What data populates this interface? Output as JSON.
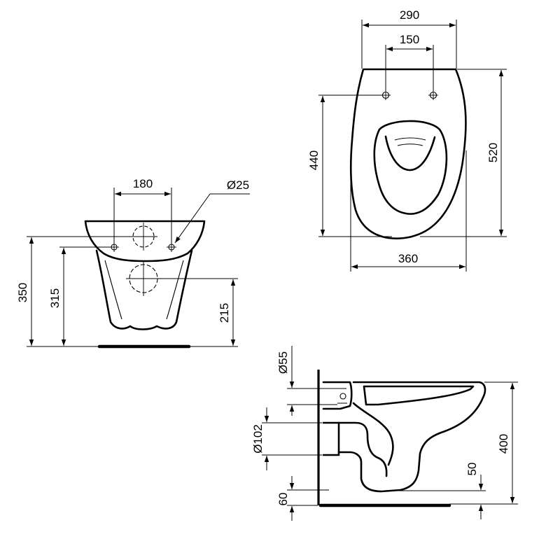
{
  "dimensions": {
    "top_width_outer": "290",
    "top_width_inner": "150",
    "top_length_seat": "440",
    "top_length_total": "520",
    "top_width_bowl": "360",
    "front_fixing_spacing": "180",
    "front_fixing_diameter": "Ø25",
    "front_height_total": "350",
    "front_height_fixing": "315",
    "front_height_outlet": "215",
    "side_inlet_diameter": "Ø55",
    "side_outlet_diameter": "Ø102",
    "side_height_total": "400",
    "side_offset_50": "50",
    "side_offset_60": "60"
  }
}
